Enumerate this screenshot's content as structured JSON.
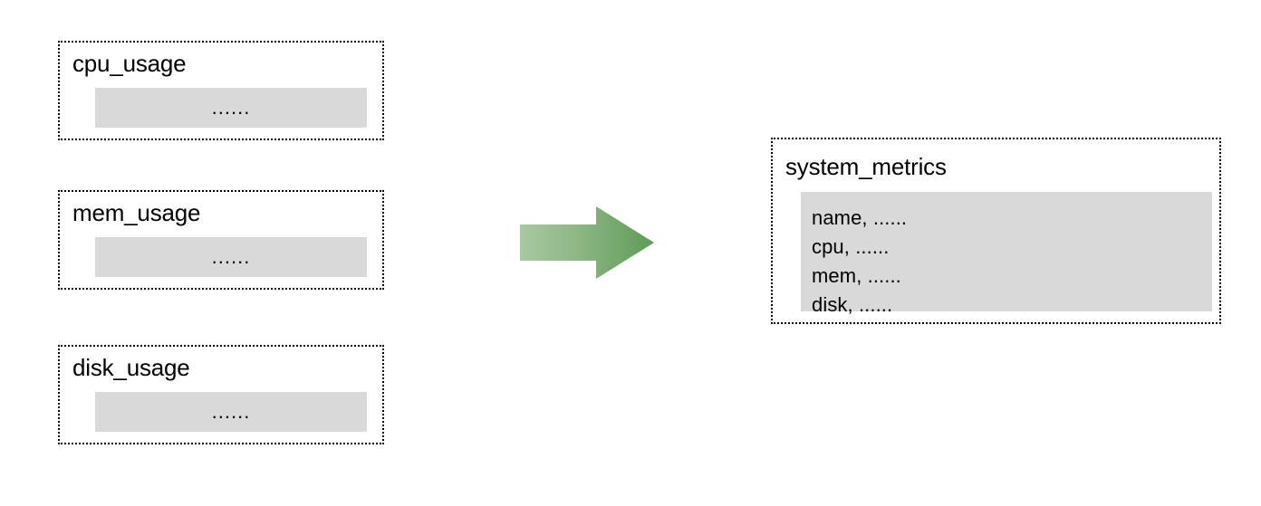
{
  "diagram": {
    "type": "data-merge-flow",
    "background_color": "#ffffff",
    "box_fill_color": "#d9d9d9",
    "border_color": "#000000",
    "arrow_gradient_start": "#9cc295",
    "arrow_gradient_end": "#5f9a59"
  },
  "sources": [
    {
      "title": "cpu_usage",
      "body": "......"
    },
    {
      "title": "mem_usage",
      "body": "......"
    },
    {
      "title": "disk_usage",
      "body": "......"
    }
  ],
  "arrow": {
    "label": "",
    "direction": "right",
    "icon": "right-arrow-icon"
  },
  "target": {
    "title": "system_metrics",
    "lines": [
      "name, ......",
      "cpu, ......",
      "mem, ......",
      "disk, ......"
    ]
  }
}
